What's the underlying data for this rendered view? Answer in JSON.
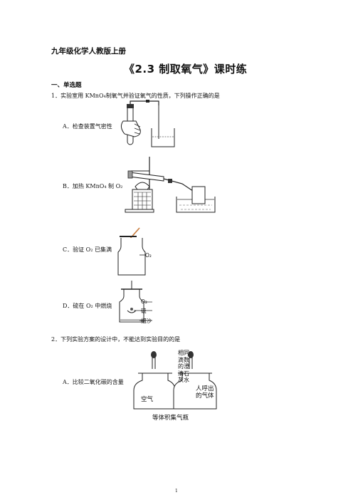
{
  "header": {
    "grade_line": "九年级化学人教版上册",
    "title": "《2.3  制取氧气》课时练"
  },
  "section": "一、单选题",
  "q1": {
    "stem": "1．实验室用  KMnO₄制氧气并验证氧气的性质，下列操作正确的是",
    "options": {
      "A": "A．检查装置气密性",
      "B": "B．加热 KMnO₄ 制 O₂",
      "C": "C．验证 O₂ 已集满",
      "D": "D．硫在 O₂ 中燃烧"
    },
    "fig_labels": {
      "c_gas": "O₂",
      "d_gas": "O₂",
      "d_sulfur": "硫",
      "d_sand": "细沙"
    }
  },
  "q2": {
    "stem": "2．下列实验方案的设计中，不能达到实验目的的是",
    "options": {
      "A": "A．比较二氧化碳的含量"
    },
    "fig_labels": {
      "drops": [
        "相同",
        "滴数",
        "的澄",
        "清石",
        "灰水"
      ],
      "left_bottle": "空气",
      "right_bottle_lines": [
        "人呼出",
        "的气体"
      ],
      "caption": "等体积集气瓶"
    }
  },
  "footer": {
    "page": "1"
  }
}
